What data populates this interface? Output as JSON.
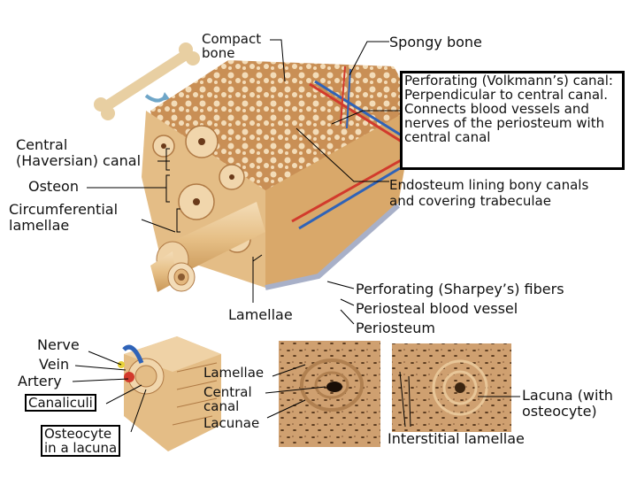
{
  "labels": {
    "compact_bone": "Compact\nbone",
    "spongy_bone": "Spongy bone",
    "perforating_canal": "Perforating (Volkmann’s) canal: Perpendicular to central canal. Connects blood vessels and nerves of the periosteum with central canal",
    "central_canal_haversian": "Central\n(Haversian) canal",
    "osteon": "Osteon",
    "circumferential_lamellae": "Circumferential\nlamellae",
    "endosteum": "Endosteum lining bony canals\nand covering trabeculae",
    "perforating_fibers": "Perforating (Sharpey’s) fibers",
    "periosteal_vessel": "Periosteal blood vessel",
    "periosteum": "Periosteum",
    "lamellae_main": "Lamellae",
    "nerve": "Nerve",
    "vein": "Vein",
    "artery": "Artery",
    "canaliculi": "Canaliculi",
    "osteocyte": "Osteocyte\nin a lacuna",
    "lamellae_micro": "Lamellae",
    "central_canal_micro": "Central\ncanal",
    "lacunae": "Lacunae",
    "lacuna_osteocyte": "Lacuna (with\nosteocyte)",
    "interstitial_lamellae": "Interstitial lamellae"
  },
  "colors": {
    "bone_light": "#e9c99a",
    "bone_mid": "#d9a86a",
    "bone_dark": "#b07a45",
    "spongy": "#c98f55",
    "artery": "#d23a2c",
    "vein": "#2f63b8",
    "nerve": "#e8d23a",
    "micro_bg": "#cfa070"
  }
}
